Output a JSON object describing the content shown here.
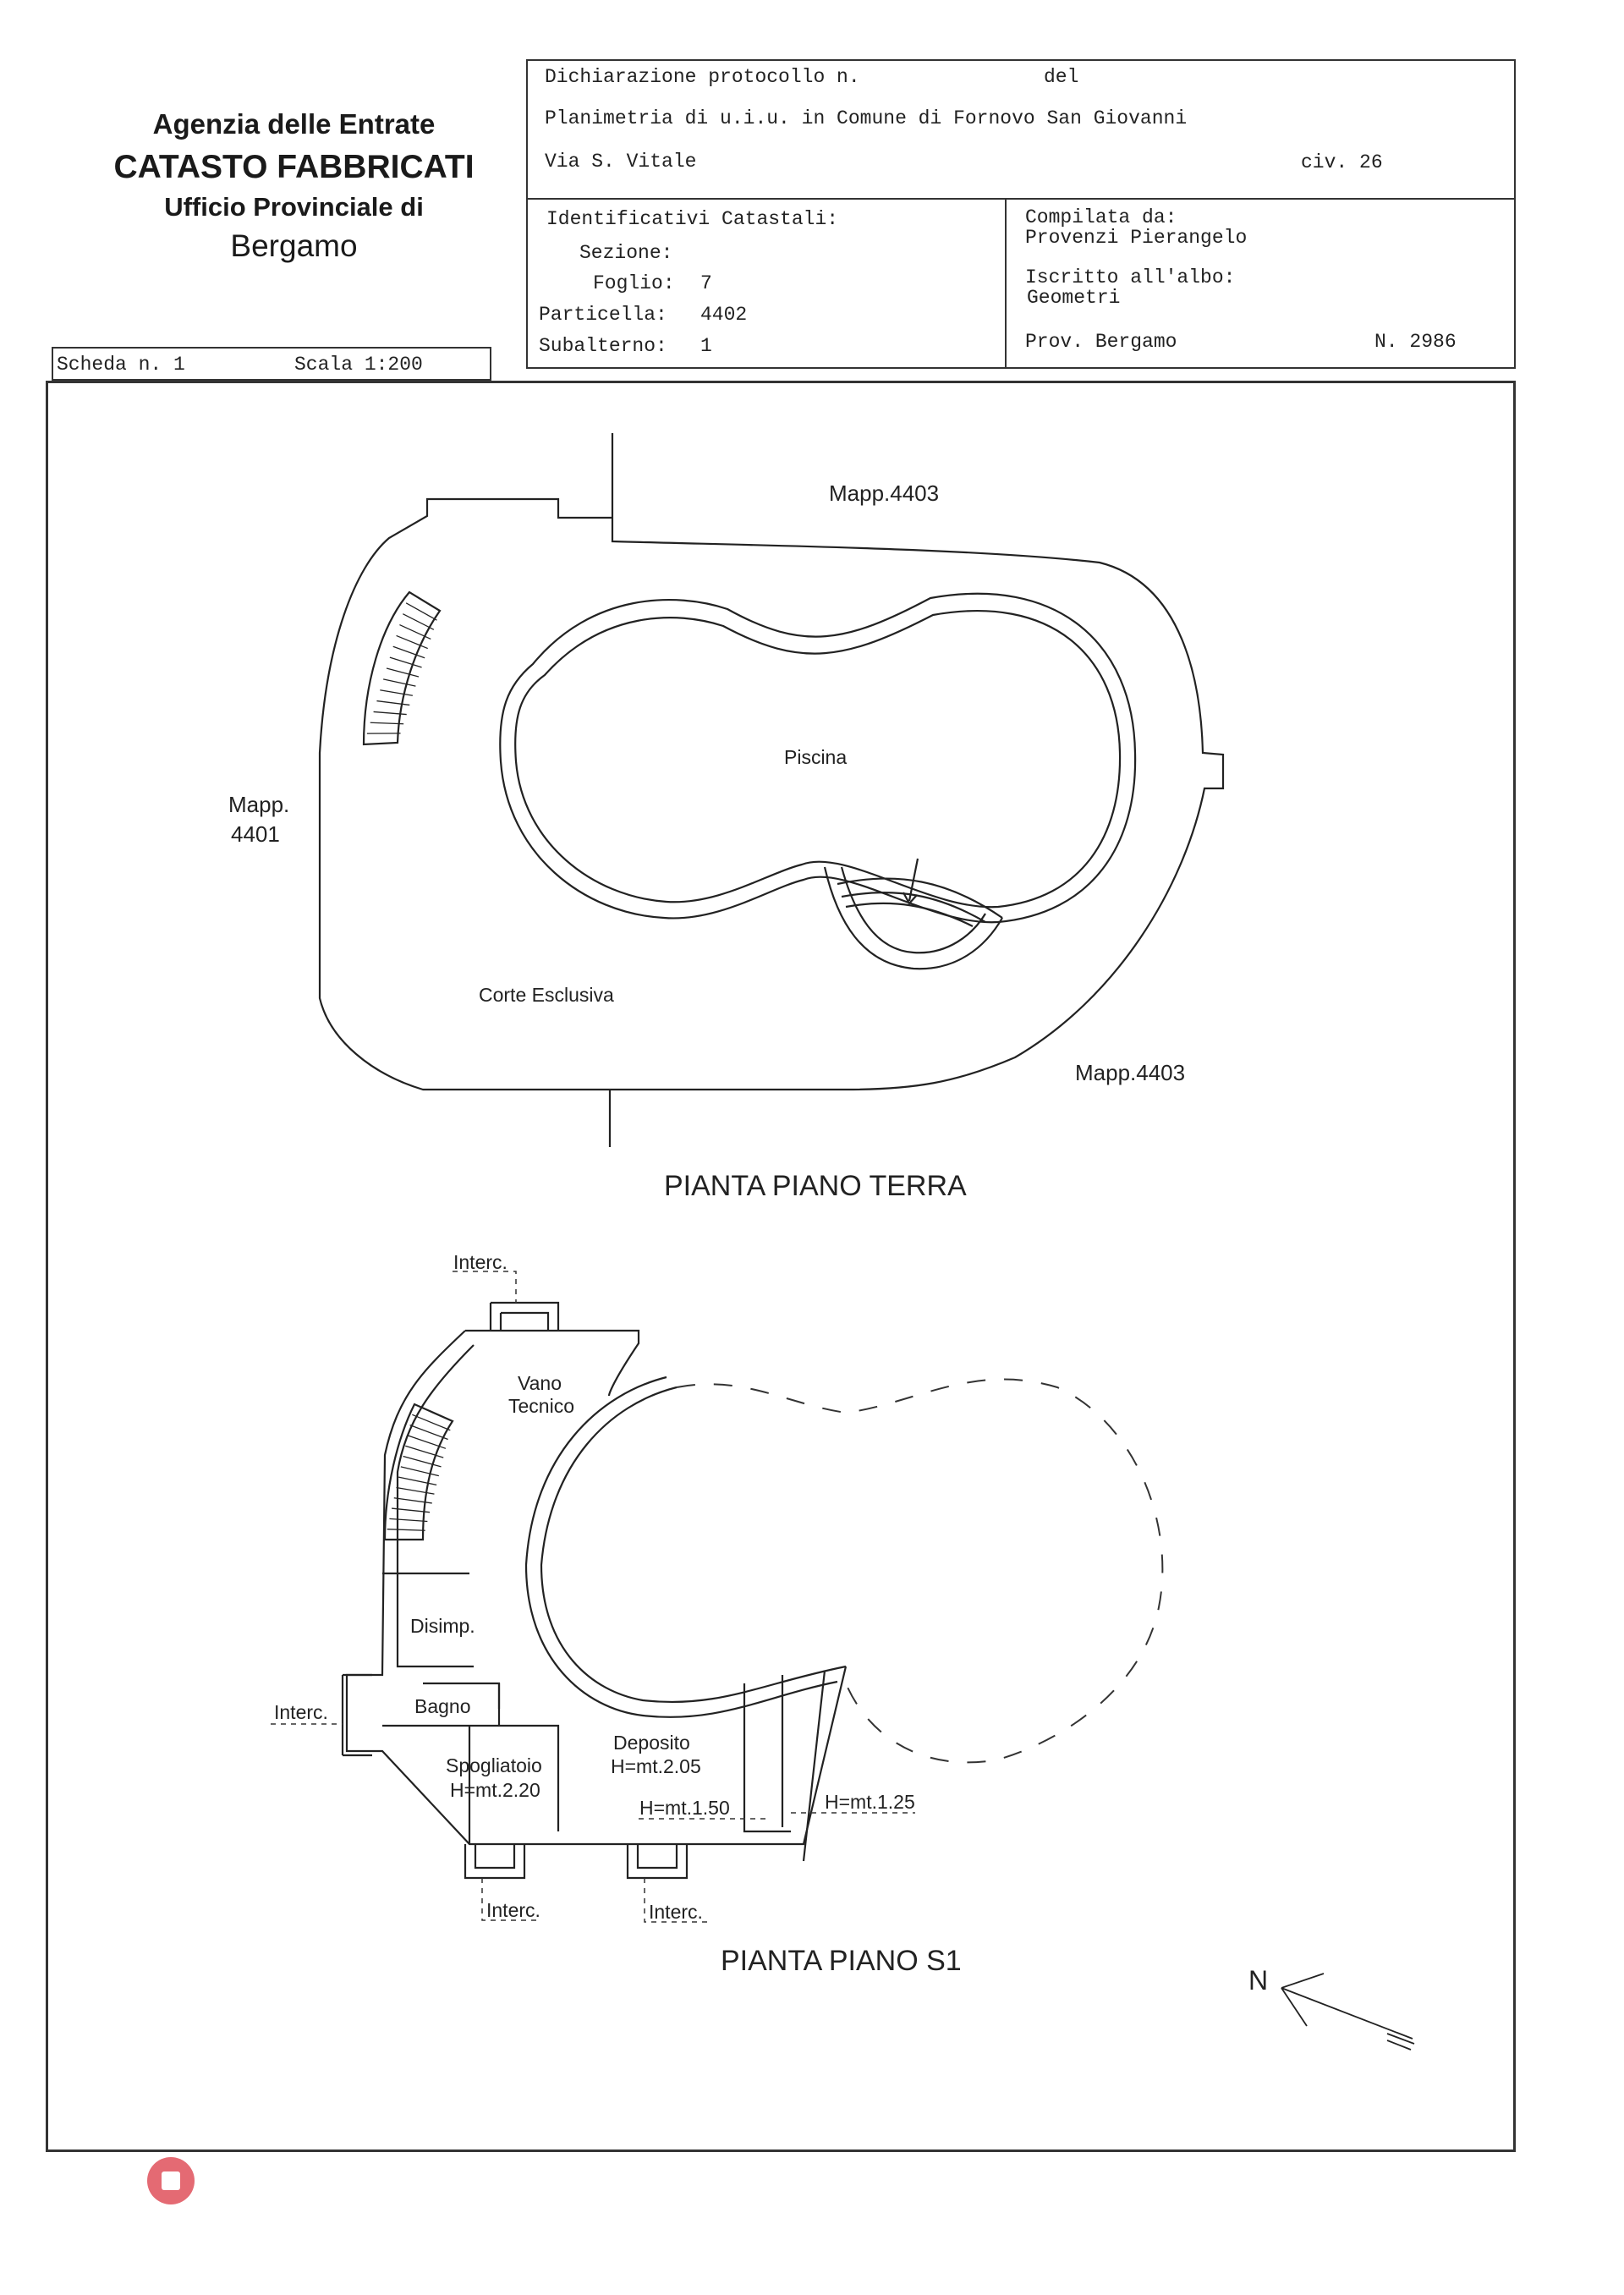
{
  "agency": {
    "line1": "Agenzia delle Entrate",
    "line2": "CATASTO FABBRICATI",
    "line3": "Ufficio Provinciale di",
    "line4": "Bergamo"
  },
  "scheda": {
    "scheda_label": "Scheda n. 1",
    "scala_label": "Scala 1:200"
  },
  "header": {
    "protocollo": "Dichiarazione protocollo n.",
    "del": "del",
    "planimetria": "Planimetria di u.i.u. in Comune di Fornovo San Giovanni",
    "via": "Via S. Vitale",
    "civ": "civ. 26",
    "identificativi": "Identificativi Catastali:",
    "sezione": "Sezione:",
    "foglio_label": "Foglio:",
    "foglio_value": "7",
    "particella_label": "Particella:",
    "particella_value": "4402",
    "subalterno_label": "Subalterno:",
    "subalterno_value": "1",
    "compilata_label": "Compilata da:",
    "compilata_name": "Provenzi Pierangelo",
    "iscritto_label": "Iscritto all'albo:",
    "iscritto_value": "Geometri",
    "prov": "Prov. Bergamo",
    "numero": "N. 2986"
  },
  "plan_terra": {
    "mapp_top": "Mapp.4403",
    "mapp_left_1": "Mapp.",
    "mapp_left_2": "4401",
    "piscina": "Piscina",
    "corte": "Corte Esclusiva",
    "mapp_bottom": "Mapp.4403",
    "title": "PIANTA PIANO TERRA"
  },
  "plan_s1": {
    "interc_top": "Interc.",
    "vano_1": "Vano",
    "vano_2": "Tecnico",
    "disimp": "Disimp.",
    "interc_left": "Interc.",
    "bagno": "Bagno",
    "spogliatoio_1": "Spogliatoio",
    "spogliatoio_2": "H=mt.2.20",
    "deposito_1": "Deposito",
    "deposito_2": "H=mt.2.05",
    "h150": "H=mt.1.50",
    "h125": "H=mt.1.25",
    "interc_b1": "Interc.",
    "interc_b2": "Interc.",
    "title": "PIANTA PIANO S1"
  },
  "north_label": "N"
}
